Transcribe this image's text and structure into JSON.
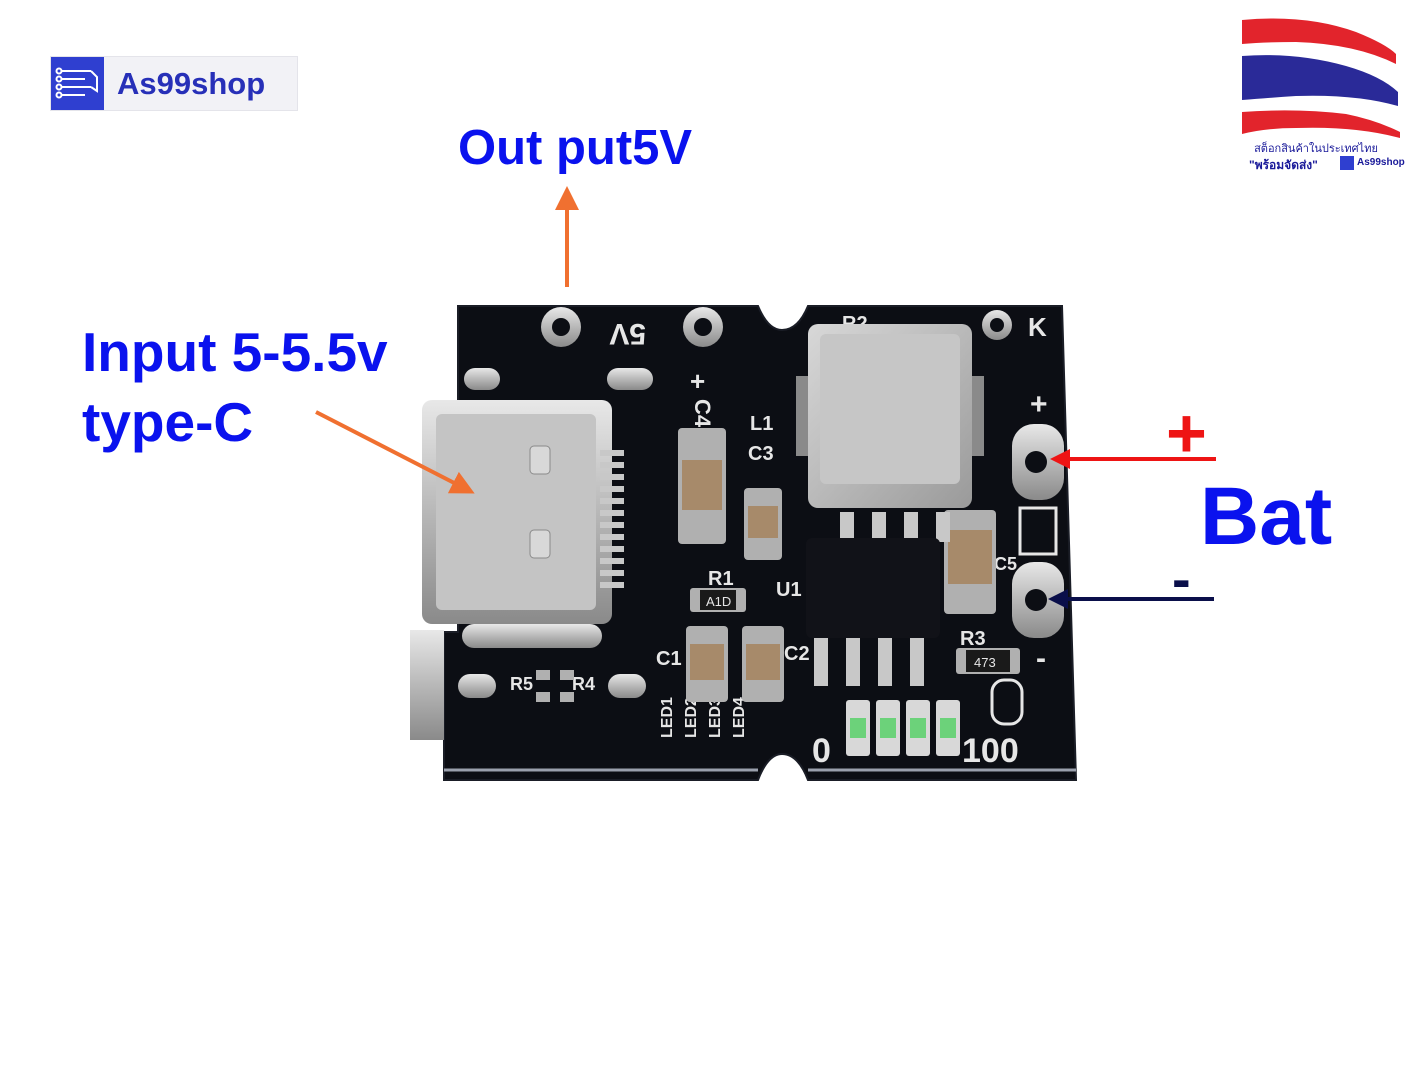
{
  "brand": {
    "name": "As99shop"
  },
  "badge": {
    "line1": "สต็อกสินค้าในประเทศไทย",
    "line2": "\"พร้อมจัดส่ง\"",
    "shop": "As99shop"
  },
  "labels": {
    "output": "Out put5V",
    "input_line1": "Input 5-5.5v",
    "input_line2": "type-C",
    "battery": "Bat",
    "battery_plus": "+",
    "battery_minus": "-"
  },
  "board_markings": {
    "out_5v": "5V",
    "out_plus": "+",
    "c4": "C4",
    "l1": "L1",
    "c3": "C3",
    "r1": "R1",
    "r1_code": "A1D",
    "u1": "U1",
    "c1": "C1",
    "c2": "C2",
    "r2": "R2",
    "k": "K",
    "bat_plus": "+",
    "bat_minus": "-",
    "r3": "R3",
    "r3_code": "473",
    "c5": "C5",
    "r4": "R4",
    "r5": "R5",
    "led1": "LED1",
    "led2": "LED2",
    "led3": "LED3",
    "led4": "LED4",
    "scale_min": "0",
    "scale_max": "100"
  },
  "colors": {
    "label_blue": "#0a12ee",
    "plus_red": "#ee1414",
    "minus_navy": "#0a0f4a",
    "arrow_orange": "#f07030",
    "pcb_black": "#0c0e14"
  }
}
